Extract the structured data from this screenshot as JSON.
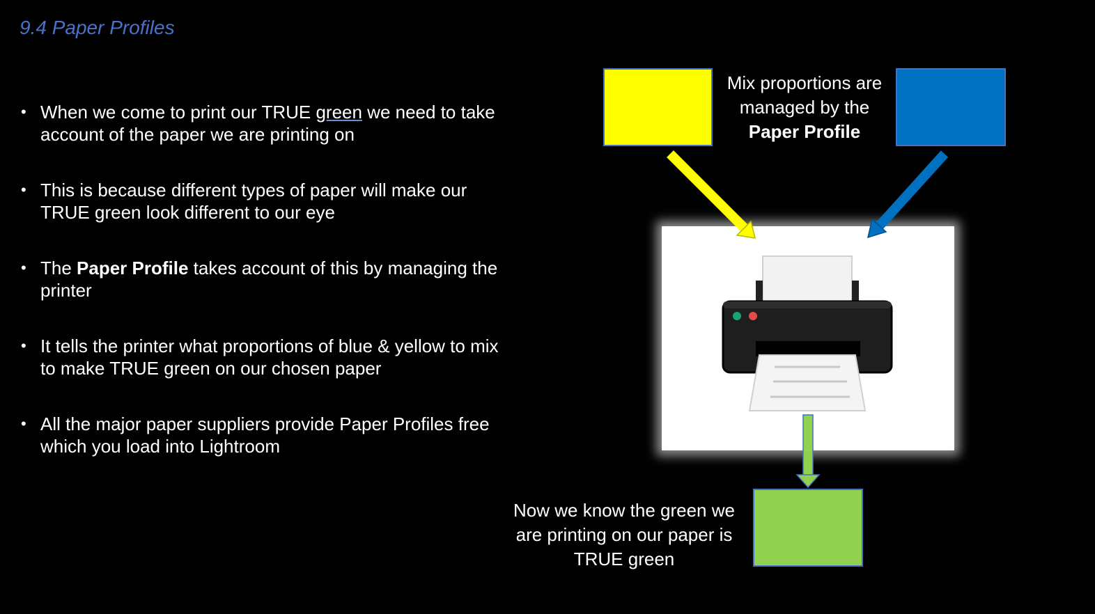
{
  "slide": {
    "title": "9.4 Paper Profiles"
  },
  "bullets": [
    {
      "pre": "When we come to print our TRUE ",
      "underlined": "green",
      "post": " we need to take account of the paper we are printing on"
    },
    {
      "text": "This is because different types of paper will make our TRUE green look different to our eye"
    },
    {
      "pre": "The ",
      "bold": "Paper Profile",
      "post": " takes account of this by managing the printer"
    },
    {
      "text": "It tells the printer what proportions of blue & yellow to mix to make TRUE green on our chosen paper"
    },
    {
      "text": "All the major paper suppliers provide Paper Profiles free which you load into Lightroom"
    }
  ],
  "bullet_glyph": "•",
  "diagram": {
    "mix_caption": {
      "line1": "Mix proportions are",
      "line2": "managed by the",
      "bold": "Paper Profile"
    },
    "result_caption": {
      "line1": "Now we know the green we",
      "line2": "are printing on our paper is",
      "line3": "TRUE green"
    },
    "printer_icon": "printer-icon"
  },
  "colors": {
    "title": "#4a72c8",
    "yellow": "#ffff00",
    "blue": "#0070c0",
    "green": "#92d050",
    "swatch_border": "#4472c4",
    "background": "#000000"
  }
}
